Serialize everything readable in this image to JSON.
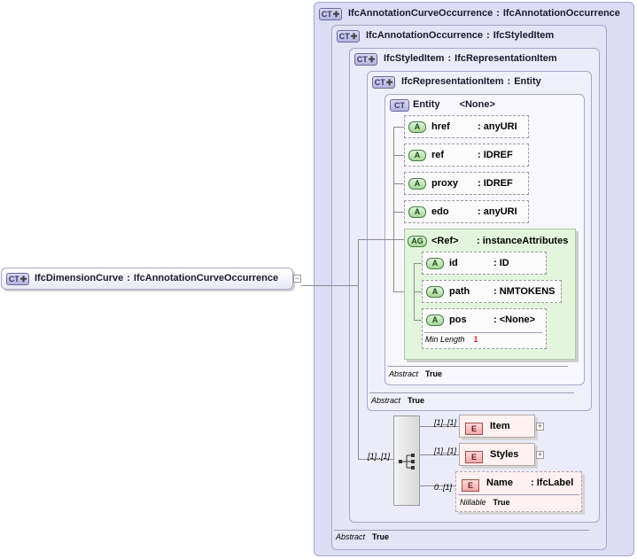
{
  "root": {
    "badge": "CT",
    "name": "IfcDimensionCurve",
    "type": "IfcAnnotationCurveOccurrence"
  },
  "types": [
    {
      "badge": "CT",
      "name": "IfcAnnotationCurveOccurrence",
      "type": "IfcAnnotationOccurrence"
    },
    {
      "badge": "CT",
      "name": "IfcAnnotationOccurrence",
      "type": "IfcStyledItem"
    },
    {
      "badge": "CT",
      "name": "IfcStyledItem",
      "type": "IfcRepresentationItem"
    },
    {
      "badge": "CT",
      "name": "IfcRepresentationItem",
      "type": "Entity"
    },
    {
      "badge": "CT",
      "name": "Entity",
      "type": "<None>"
    }
  ],
  "entity_attributes": [
    {
      "badge": "A",
      "name": "href",
      "type": "anyURI"
    },
    {
      "badge": "A",
      "name": "ref",
      "type": "IDREF"
    },
    {
      "badge": "A",
      "name": "proxy",
      "type": "IDREF"
    },
    {
      "badge": "A",
      "name": "edo",
      "type": "anyURI"
    }
  ],
  "attribute_group": {
    "badge": "AG",
    "name": "<Ref>",
    "type": "instanceAttributes",
    "attributes": [
      {
        "badge": "A",
        "name": "id",
        "type": "ID"
      },
      {
        "badge": "A",
        "name": "path",
        "type": "NMTOKENS"
      },
      {
        "badge": "A",
        "name": "pos",
        "type": "<None>",
        "facet_label": "Min Length",
        "facet_value": "1"
      }
    ]
  },
  "abstract": {
    "label": "Abstract",
    "value": "True"
  },
  "sequence": {
    "occurrence": "[1]..[1]",
    "elements": [
      {
        "badge": "E",
        "name": "Item",
        "type": "",
        "occurrence": "[1]..[1]"
      },
      {
        "badge": "E",
        "name": "Styles",
        "type": "",
        "occurrence": "[1]..[1]"
      },
      {
        "badge": "E",
        "name": "Name",
        "type": "IfcLabel",
        "occurrence": "0..[1]",
        "facet_label": "Nillable",
        "facet_value": "True"
      }
    ]
  },
  "colors": {
    "ct_frame": "#dcdcf4",
    "attribute_group": "#e3f6dd",
    "element": "#fff1f1",
    "facet_value": "#e02020"
  }
}
